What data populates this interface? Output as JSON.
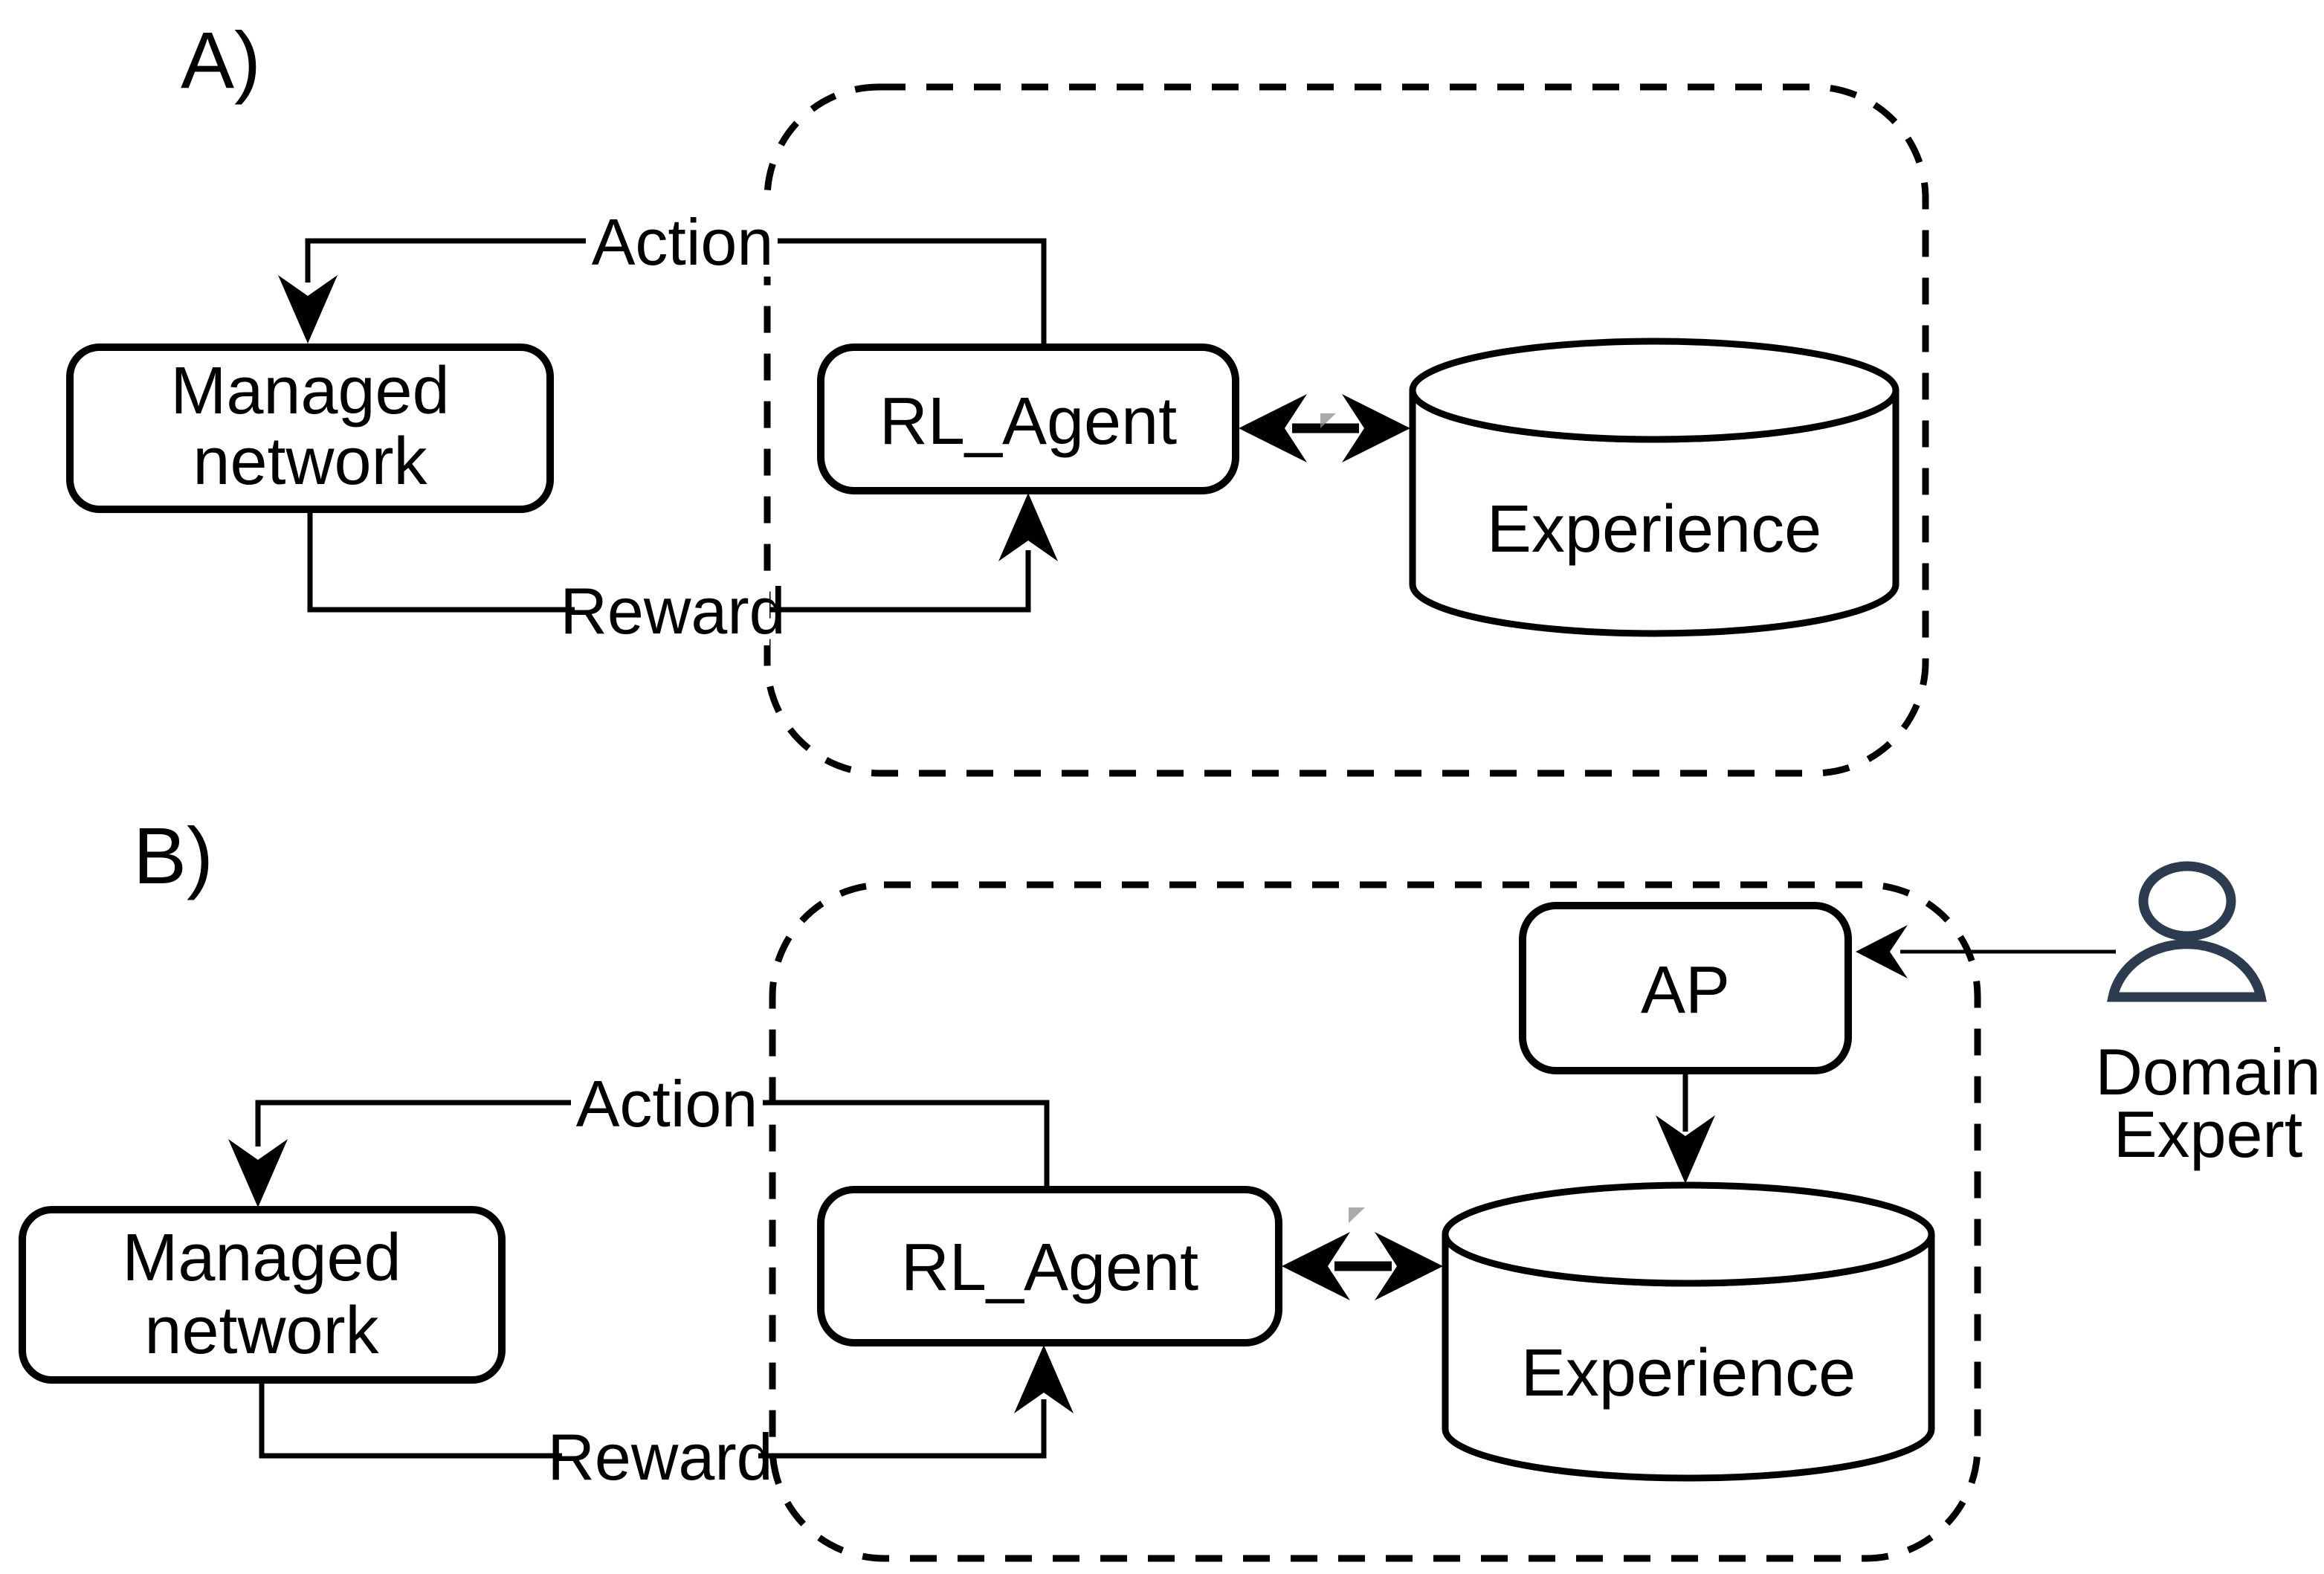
{
  "panel_a": {
    "label": "A)",
    "managed_network": {
      "line1": "Managed",
      "line2": "network"
    },
    "rl_agent": "RL_Agent",
    "experience": "Experience",
    "action": "Action",
    "reward": "Reward"
  },
  "panel_b": {
    "label": "B)",
    "managed_network": {
      "line1": "Managed",
      "line2": "network"
    },
    "rl_agent": "RL_Agent",
    "experience": "Experience",
    "action": "Action",
    "reward": "Reward",
    "ap": "AP",
    "domain_expert": {
      "line1": "Domain",
      "line2": "Expert"
    }
  },
  "colors": {
    "line": "#000000",
    "background": "#ffffff",
    "person_icon": "#2d3b4e",
    "artifact": "#8f8f8f"
  }
}
